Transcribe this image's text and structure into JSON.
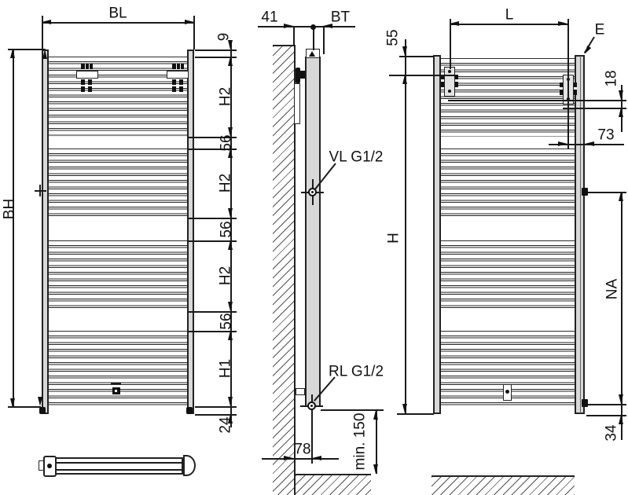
{
  "front_view": {
    "width_label": "BL",
    "height_label": "BH",
    "chain_labels": [
      "9",
      "H2",
      "56",
      "H2",
      "56",
      "H2",
      "56",
      "H1",
      "24"
    ]
  },
  "side_view": {
    "wall_distance_label": "41",
    "depth_label": "BT",
    "supply_connection_label": "VL G1/2",
    "return_connection_label": "RL G1/2",
    "connection_offset_label": "78",
    "floor_clearance_label": "min. 150"
  },
  "rear_view": {
    "bracket_spacing_label": "L",
    "edge_marker_label": "E",
    "top_offset_label": "55",
    "bracket_step_label": "18",
    "bracket_edge_distance_label": "73",
    "height_label": "H",
    "connection_spacing_label": "NA",
    "bottom_offset_label": "34"
  },
  "colors": {
    "ink": "#1b1b1b",
    "radiator_fill": "#d8d8d8"
  }
}
